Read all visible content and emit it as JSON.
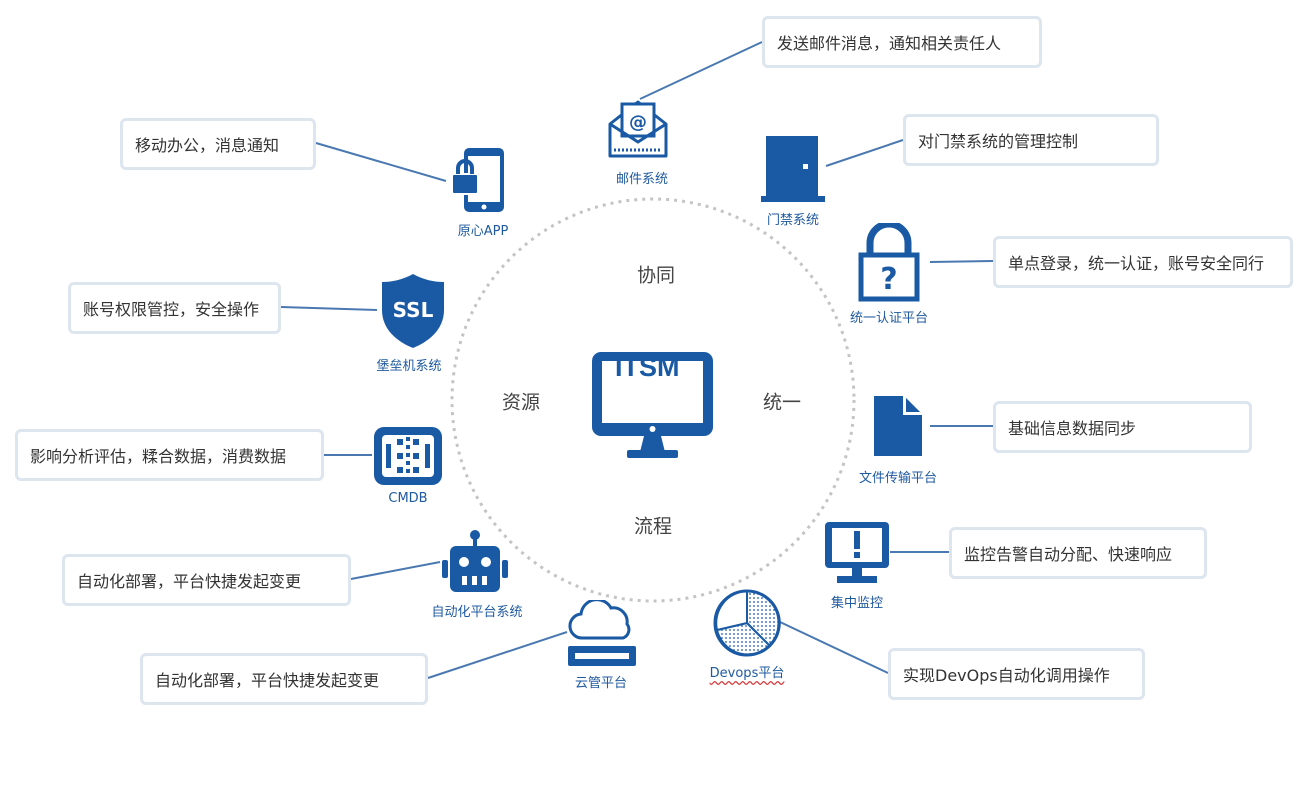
{
  "center": {
    "screen_text": "ITSM"
  },
  "themes": {
    "top": "协同",
    "left": "资源",
    "right": "统一",
    "bottom": "流程"
  },
  "nodes": {
    "mail": {
      "caption": "邮件系统",
      "description": "发送邮件消息，通知相关责任人",
      "icon": "mail-envelope-icon"
    },
    "app": {
      "caption": "原心APP",
      "description": "移动办公，消息通知",
      "icon": "mobile-lock-icon"
    },
    "door": {
      "caption": "门禁系统",
      "description": "对门禁系统的管理控制",
      "icon": "door-icon"
    },
    "sso": {
      "caption": "统一认证平台",
      "description": "单点登录，统一认证，账号安全同行",
      "icon": "padlock-question-icon"
    },
    "bastion": {
      "caption": "堡垒机系统",
      "description": "账号权限管控，安全操作",
      "icon": "ssl-shield-icon"
    },
    "file": {
      "caption": "文件传输平台",
      "description": "基础信息数据同步",
      "icon": "document-icon"
    },
    "cmdb": {
      "caption": "CMDB",
      "description": "影响分析评估，糅合数据，消费数据",
      "icon": "cmdb-chip-icon"
    },
    "monitor": {
      "caption": "集中监控",
      "description": "监控告警自动分配、快速响应",
      "icon": "alert-monitor-icon"
    },
    "auto": {
      "caption": "自动化平台系统",
      "description": "自动化部署，平台快捷发起变更",
      "icon": "robot-icon"
    },
    "cloud": {
      "caption": "云管平台",
      "description": "自动化部署，平台快捷发起变更",
      "icon": "cloud-server-icon"
    },
    "devops": {
      "caption": "Devops平台",
      "description": "实现DevOps自动化调用操作",
      "icon": "pie-chart-icon"
    }
  },
  "colors": {
    "icon_blue": "#1a5aa5",
    "connector": "#4a78b0",
    "circle": "#c8c8c8",
    "box_border": "#dde5ef"
  }
}
